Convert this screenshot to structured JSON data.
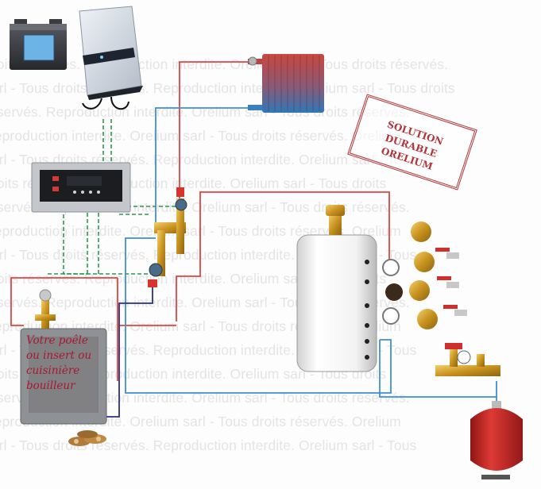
{
  "watermark": {
    "lines": [
      "droits réservés. Reproduction interdite.    Orelium sarl - Tous droits réservés.",
      "sarl - Tous droits réservés. Reproduction interdite.    Orelium sarl - Tous droits",
      "réservés. Reproduction interdite.    Orelium sarl - Tous droits réservés.",
      "Reproduction interdite.    Orelium sarl - Tous droits réservés.    Orelium",
      "sarl - Tous droits réservés. Reproduction interdite.    Orelium sarl - Tous",
      "droits réservés. Reproduction interdite.    Orelium sarl - Tous droits",
      "réservés. Reproduction interdite.    Orelium sarl - Tous droits réservés.",
      "Reproduction interdite.    Orelium sarl - Tous droits réservés.    Orelium",
      "sarl - Tous droits réservés. Reproduction interdite.    Orelium sarl - Tous",
      "droits réservés. Reproduction interdite.    Orelium sarl - Tous droits",
      "réservés. Reproduction interdite.    Orelium sarl - Tous droits réservés.",
      "Reproduction interdite.    Orelium sarl - Tous droits réservés.    Orelium",
      "sarl - Tous droits réservés. Reproduction interdite.    Orelium sarl - Tous",
      "droits réservés. Reproduction interdite.    Orelium sarl - Tous droits",
      "réservés. Reproduction interdite.    Orelium sarl - Tous droits réservés.",
      "Reproduction interdite.    Orelium sarl - Tous droits réservés.    Orelium",
      "sarl - Tous droits réservés. Reproduction interdite.    Orelium sarl - Tous"
    ]
  },
  "stamp": {
    "line1": "SOLUTION DURABLE",
    "line2": "ORELIUM"
  },
  "stove_caption": {
    "line1": "Votre poêle",
    "line2": "ou insert ou",
    "line3": "cuisinière",
    "line4": "bouilleur"
  },
  "battery": {
    "screen_text": ""
  },
  "controller": {
    "brand": ""
  },
  "colors": {
    "hot_pipe": "#e0453f",
    "cold_pipe": "#3f8fd6",
    "control_wire": "#2c9a4a",
    "return_pipe": "#2a2f8a",
    "tank_valve": "#d0302c",
    "vessel": "#cc2a2a",
    "stamp": "#b2333a"
  }
}
